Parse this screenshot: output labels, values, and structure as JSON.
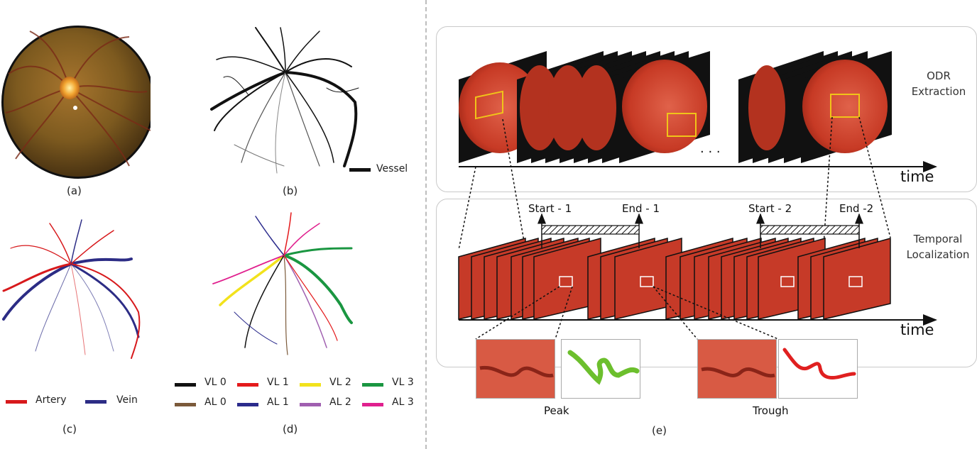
{
  "colors": {
    "artery": "#d7191c",
    "vein": "#2c2c85",
    "vessel": "#111111",
    "peak_mask": "#6cbf2d",
    "trough_mask": "#e02020",
    "frame_red": "#c63a28",
    "highlight_box": "#f0c419",
    "divider": "#bdbdbd"
  },
  "left_panels": {
    "a": {
      "caption": "(a)"
    },
    "b": {
      "caption": "(b)",
      "legend_label": "Vessel"
    },
    "c": {
      "caption": "(c)",
      "legend": [
        {
          "label": "Artery",
          "color": "#d7191c"
        },
        {
          "label": "Vein",
          "color": "#2c2c85"
        }
      ]
    },
    "d": {
      "caption": "(d)",
      "legend": [
        {
          "label": "VL 0",
          "color": "#111111"
        },
        {
          "label": "VL 1",
          "color": "#e41a1c"
        },
        {
          "label": "VL 2",
          "color": "#f2e21c"
        },
        {
          "label": "VL 3",
          "color": "#1a9641"
        },
        {
          "label": "AL 0",
          "color": "#7b5a3a"
        },
        {
          "label": "AL 1",
          "color": "#2b2b8c"
        },
        {
          "label": "AL 2",
          "color": "#a05fb0"
        },
        {
          "label": "AL 3",
          "color": "#e0208e"
        }
      ]
    }
  },
  "right_panel": {
    "caption": "(e)",
    "odr": {
      "label_line1": "ODR",
      "label_line2": "Extraction",
      "time_label": "time",
      "ellipsis": "· · ·"
    },
    "temporal": {
      "label_line1": "Temporal",
      "label_line2": "Localization",
      "time_label": "time",
      "events": [
        "Start - 1",
        "End - 1",
        "Start - 2",
        "End -2"
      ]
    },
    "crops": {
      "peak": "Peak",
      "trough": "Trough"
    }
  }
}
